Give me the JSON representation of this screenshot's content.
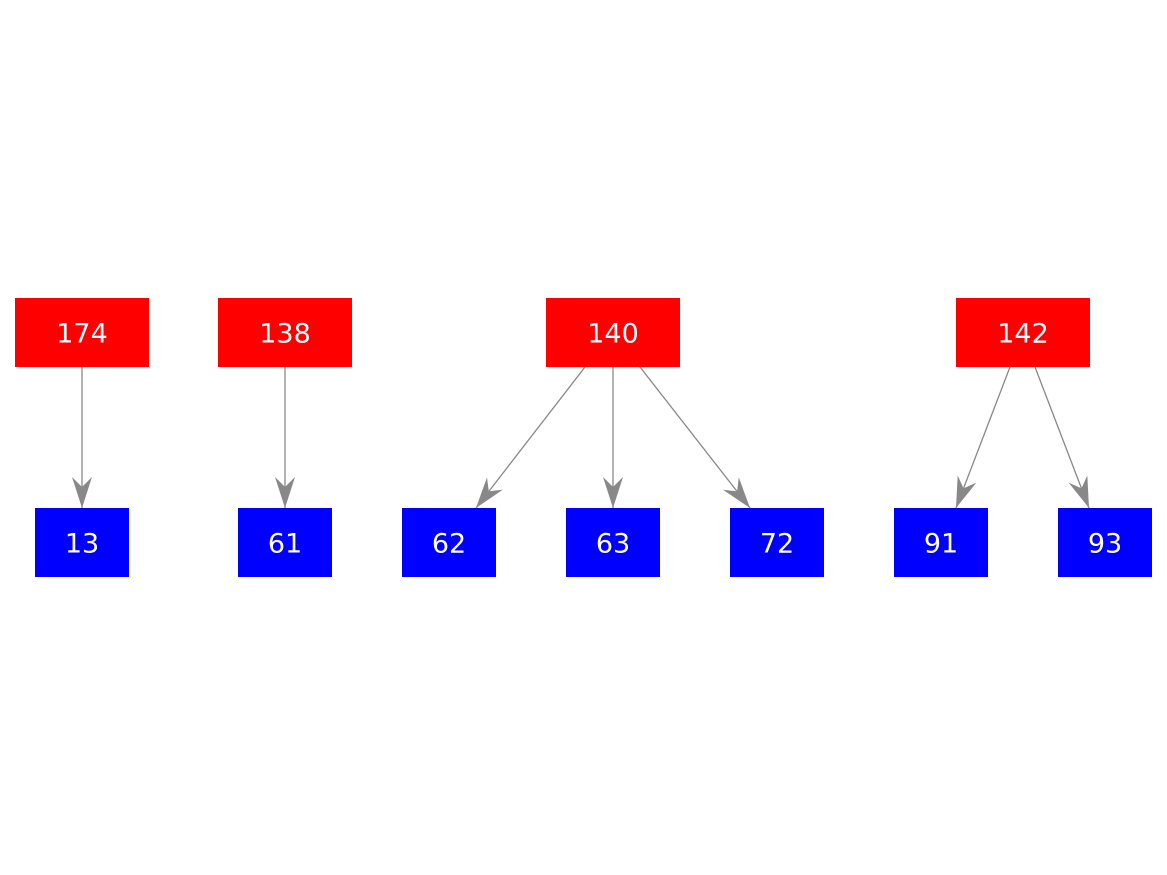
{
  "colors": {
    "parent": "#ff0000",
    "child": "#0000ff",
    "edge": "#888888",
    "label": "#ffffff",
    "background": "#ffffff"
  },
  "nodes": [
    {
      "id": "n174",
      "label": "174",
      "kind": "parent"
    },
    {
      "id": "n138",
      "label": "138",
      "kind": "parent"
    },
    {
      "id": "n140",
      "label": "140",
      "kind": "parent"
    },
    {
      "id": "n142",
      "label": "142",
      "kind": "parent"
    },
    {
      "id": "n13",
      "label": "13",
      "kind": "child"
    },
    {
      "id": "n61",
      "label": "61",
      "kind": "child"
    },
    {
      "id": "n62",
      "label": "62",
      "kind": "child"
    },
    {
      "id": "n63",
      "label": "63",
      "kind": "child"
    },
    {
      "id": "n72",
      "label": "72",
      "kind": "child"
    },
    {
      "id": "n91",
      "label": "91",
      "kind": "child"
    },
    {
      "id": "n93",
      "label": "93",
      "kind": "child"
    }
  ],
  "edges": [
    {
      "from": "n174",
      "to": "n13"
    },
    {
      "from": "n138",
      "to": "n61"
    },
    {
      "from": "n140",
      "to": "n62"
    },
    {
      "from": "n140",
      "to": "n63"
    },
    {
      "from": "n140",
      "to": "n72"
    },
    {
      "from": "n142",
      "to": "n91"
    },
    {
      "from": "n142",
      "to": "n93"
    }
  ]
}
